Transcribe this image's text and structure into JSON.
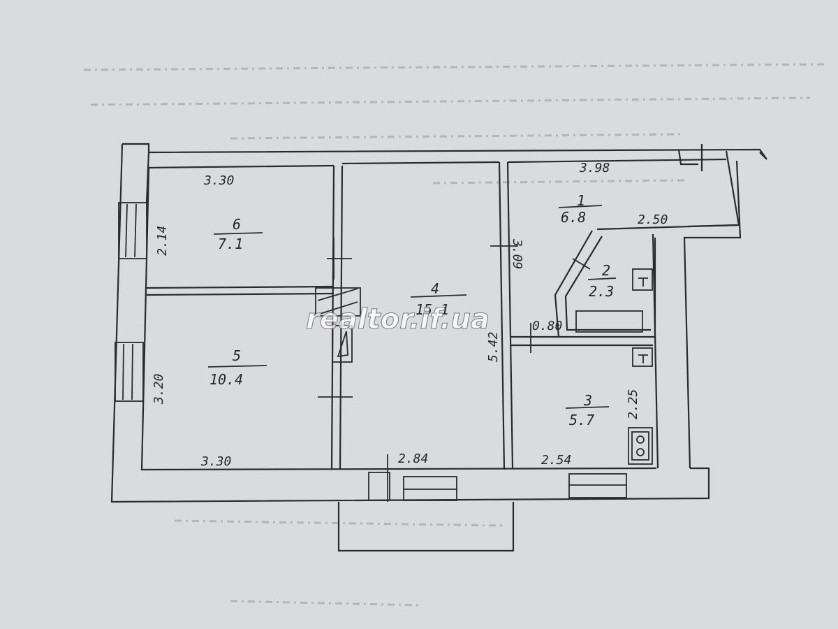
{
  "watermark": "realtor.if.ua",
  "rooms": [
    {
      "number": "1",
      "area": "6.8"
    },
    {
      "number": "2",
      "area": "2.3"
    },
    {
      "number": "3",
      "area": "5.7"
    },
    {
      "number": "4",
      "area": "15.1"
    },
    {
      "number": "5",
      "area": "10.4"
    },
    {
      "number": "6",
      "area": "7.1"
    }
  ],
  "dimensions": {
    "top_left_room_width": "3.30",
    "top_right_width": "3.98",
    "corridor_width": "2.50",
    "room6_height": "2.14",
    "room5_height": "3.20",
    "room1_height": "3.09",
    "room4_height": "5.42",
    "passage_width": "0.80",
    "room3_height": "2.25",
    "bottom_left_width": "3.30",
    "bottom_mid_width": "2.84",
    "bottom_right_width": "2.54"
  }
}
